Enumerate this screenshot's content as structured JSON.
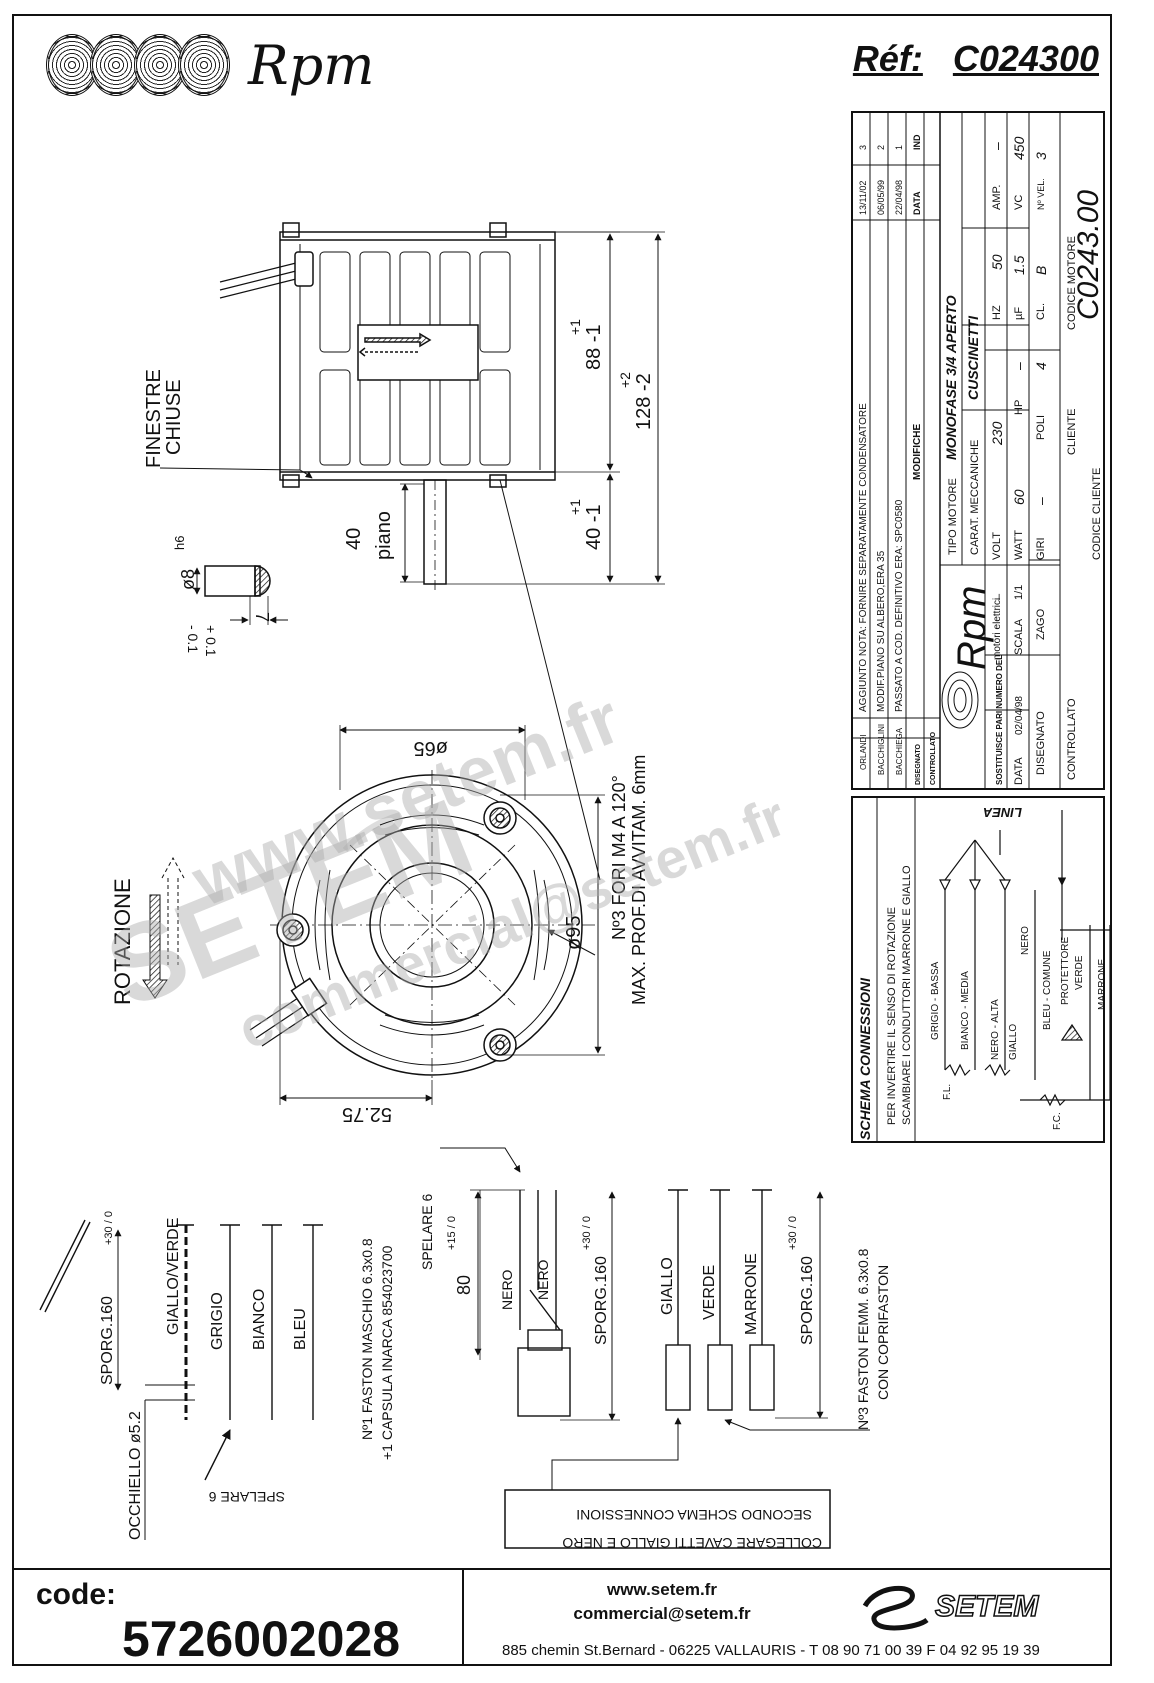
{
  "header": {
    "brand": "Rpm",
    "ref_label": "Réf:",
    "ref_code": "C024300"
  },
  "title_block": {
    "revisions": [
      {
        "ind": "3",
        "data": "13/11/02",
        "modifiche": "AGGIUNTO NOTA: FORNIRE SEPARATAMENTE CONDENSATORE",
        "disegnato": "ORLANDI",
        "controllato": ""
      },
      {
        "ind": "2",
        "data": "06/05/99",
        "modifiche": "MODIF.PIANO SU ALBERO,ERA 35",
        "disegnato": "BACCHIGLINI",
        "controllato": ""
      },
      {
        "ind": "1",
        "data": "22/04/98",
        "modifiche": "PASSATO A COD. DEFINITIVO ERA: SPC0580",
        "disegnato": "BACCHIEGA",
        "controllato": ""
      }
    ],
    "col_ind": "IND",
    "col_data": "DATA",
    "col_modifiche": "MODIFICHE",
    "col_disegnato": "DISEGNATO",
    "col_controllato": "CONTROLLATO",
    "tipo_motore_label": "TIPO MOTORE",
    "tipo_motore": "MONOFASE 3/4 APERTO",
    "carat_label": "CARAT. MECCANICHE",
    "carat": "CUSCINETTI",
    "volt_label": "VOLT",
    "volt": "230",
    "hz_label": "HZ",
    "hz": "50",
    "amp_label": "AMP.",
    "amp": "–",
    "watt_label": "WATT",
    "watt": "60",
    "hp_label": "HP",
    "hp": "–",
    "uf_label": "µF",
    "uf": "1.5",
    "vc_label": "VC",
    "vc": "450",
    "giri_label": "GIRI",
    "giri": "–",
    "poli_label": "POLI",
    "poli": "4",
    "cl_label": "CL.",
    "cl": "B",
    "nvel_label": "Nº VEL.",
    "nvel": "3",
    "codice_motore_label": "CODICE MOTORE",
    "codice_motore": "C0243.00",
    "cliente_label": "CLIENTE",
    "codice_cliente_label": "CODICE CLIENTE",
    "rpm_brand": "Rpm",
    "rpm_sub": "motori elettrici",
    "sostituisce_label": "SOSTITUISCE PARI NUMERO DEL",
    "sostituisce": "–",
    "data_label": "DATA",
    "data": "02/04/98",
    "scala_label": "SCALA",
    "scala": "1/1",
    "disegnato_label": "DISEGNATO",
    "disegnato": "ZAGO",
    "controllato_label": "CONTROLLATO"
  },
  "schema": {
    "title": "SCHEMA CONNESSIONI",
    "note1": "PER INVERTIRE IL SENSO DI ROTAZIONE",
    "note2": "SCAMBIARE I CONDUTTORI MARRONE E GIALLO",
    "linea": "LINEA",
    "grigio": "GRIGIO - BASSA",
    "bianco": "BIANCO - MEDIA",
    "nero_alta": "NERO - ALTA",
    "nero": "NERO",
    "giallo": "GIALLO",
    "bleu": "BLEU - COMUNE",
    "protettore": "PROTETTORE",
    "verde": "VERDE",
    "marrone": "MARRONE",
    "fl": "F.L.",
    "fc": "F.C."
  },
  "side_view": {
    "finestre": "FINESTRE",
    "chiuse": "CHIUSE",
    "dim_88": "88 -1",
    "tol_88": "+1",
    "dim_128": "128 -2",
    "tol_128": "+2",
    "dim_40": "40 -1",
    "tol_40": "+1",
    "dim_40_piano": "40",
    "piano": "piano",
    "shaft_dia": "ø8",
    "shaft_tol": "h6",
    "dim_7": "7",
    "tol_7a": "- 0.1",
    "tol_7b": "+ 0.1"
  },
  "front_view": {
    "dia_65": "ø65",
    "dia_95": "ø95",
    "dim_52": "52.75",
    "fori": "Nº3 FORI M4 A 120°",
    "prof": "MAX. PROF.DI AVVITAM. 6mm",
    "rotazione": "ROTAZIONE"
  },
  "wiring": {
    "sporg_left": "SPORG.160",
    "sporg_left_tol": "+ 30\n0",
    "occhiello": "OCCHIELLO ø5.2",
    "giallo_verde": "GIALLO/VERDE",
    "grigio": "GRIGIO",
    "bianco": "BIANCO",
    "bleu": "BLEU",
    "spelare_left": "SPELARE 6",
    "faston_maschio": "Nº1 FASTON MASCHIO 6.3x0.8",
    "capsula": "+1 CAPSULA INARCA 854023700",
    "spelare_mid": "SPELARE 6",
    "dim_80": "80",
    "tol_80": "+ 15\n0",
    "nero1": "NERO",
    "nero2": "NERO",
    "sporg_mid": "SPORG.160",
    "sporg_tol": "+ 30\n0",
    "giallo": "GIALLO",
    "verde": "VERDE",
    "marrone": "MARRONE",
    "sporg_right": "SPORG.160",
    "faston_femm": "Nº3 FASTON FEMM. 6.3x0.8",
    "coprifaston": "CON COPRIFASTON",
    "collegare": "COLLEGARE CAVETTI GIALLO E NERO",
    "secondo": "SECONDO SCHEMA CONNESSIONI"
  },
  "watermark": {
    "site": "www.setem.fr",
    "email": "commercial@setem.fr",
    "brand": "SETEM"
  },
  "footer": {
    "code_label": "code:",
    "code": "5726002028",
    "website": "www.setem.fr",
    "email": "commercial@setem.fr",
    "address": "885 chemin St.Bernard  -  06225 VALLAURIS  -  T 08 90 71 00 39   F 04 92 95 19 39",
    "logo": "SETEM"
  }
}
